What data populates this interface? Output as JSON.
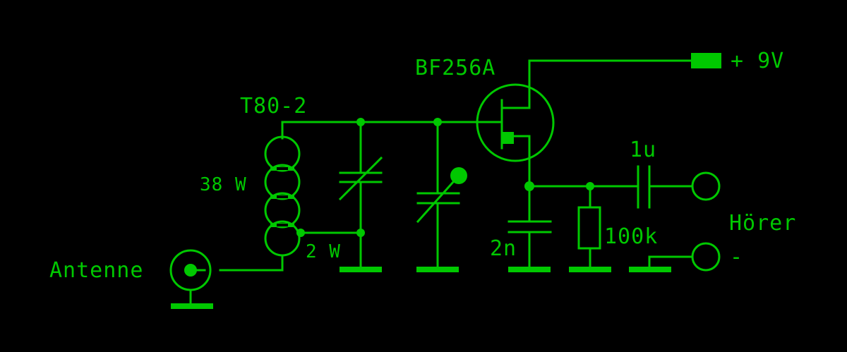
{
  "diagram": {
    "title": "FET radio receiver front-end schematic",
    "colors": {
      "background": "#000000",
      "foreground": "#00c800"
    },
    "labels": {
      "transistor": "BF256A",
      "supply": "+ 9V",
      "toroid": "T80-2",
      "primary_winding": "38 W",
      "tap_winding": "2 W",
      "antenna": "Antenne",
      "output_cap": "1u",
      "source_cap": "2n",
      "resistor": "100k",
      "headphone": "Hörer",
      "headphone_minus": "-"
    },
    "components": [
      {
        "id": "antenna-socket",
        "type": "coax-socket",
        "label": "Antenne"
      },
      {
        "id": "toroid-coil",
        "type": "toroid-inductor",
        "core": "T80-2",
        "windings": [
          "38 W",
          "2 W"
        ]
      },
      {
        "id": "variable-capacitor-1",
        "type": "variable-capacitor"
      },
      {
        "id": "trimmer-capacitor-2",
        "type": "variable-capacitor-with-knob"
      },
      {
        "id": "jfet",
        "type": "n-channel-jfet",
        "part": "BF256A"
      },
      {
        "id": "supply-terminal",
        "type": "terminal",
        "label": "+ 9V"
      },
      {
        "id": "capacitor-2n",
        "type": "capacitor",
        "value": "2n"
      },
      {
        "id": "resistor-100k",
        "type": "resistor",
        "value": "100k"
      },
      {
        "id": "capacitor-1u",
        "type": "capacitor",
        "value": "1u"
      },
      {
        "id": "headphone-jack",
        "type": "output-terminals",
        "label": "Hörer"
      }
    ]
  }
}
